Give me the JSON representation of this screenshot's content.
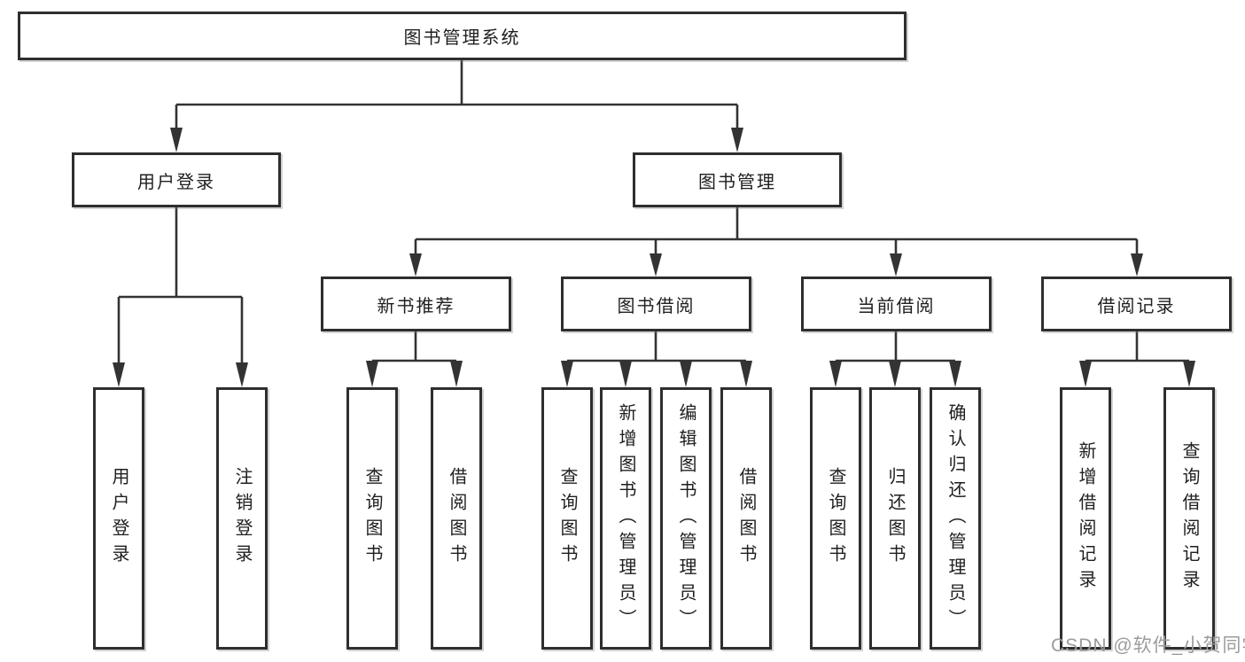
{
  "diagram": {
    "title_node": "图书管理系统",
    "root": {
      "label": "图书管理系统"
    },
    "branches": [
      {
        "label": "用户登录",
        "children": [
          {
            "label": "用户登录"
          },
          {
            "label": "注销登录"
          }
        ]
      },
      {
        "label": "图书管理",
        "children": [
          {
            "label": "新书推荐",
            "children": [
              {
                "label": "查询图书"
              },
              {
                "label": "借阅图书"
              }
            ]
          },
          {
            "label": "图书借阅",
            "children": [
              {
                "label": "查询图书"
              },
              {
                "label": "新增图书（管理员）"
              },
              {
                "label": "编辑图书（管理员）"
              },
              {
                "label": "借阅图书"
              }
            ]
          },
          {
            "label": "当前借阅",
            "children": [
              {
                "label": "查询图书"
              },
              {
                "label": "归还图书"
              },
              {
                "label": "确认归还（管理员）"
              }
            ]
          },
          {
            "label": "借阅记录",
            "children": [
              {
                "label": "新增借阅记录"
              },
              {
                "label": "查询借阅记录"
              }
            ]
          }
        ]
      }
    ]
  },
  "watermark": {
    "text": "CSDN @软件_小贺同学"
  },
  "colors": {
    "background": "#ffffff",
    "line": "#333333",
    "box_border": "#2e2e2e",
    "text": "#1f1f1f",
    "watermark": "#9c9c9c"
  }
}
